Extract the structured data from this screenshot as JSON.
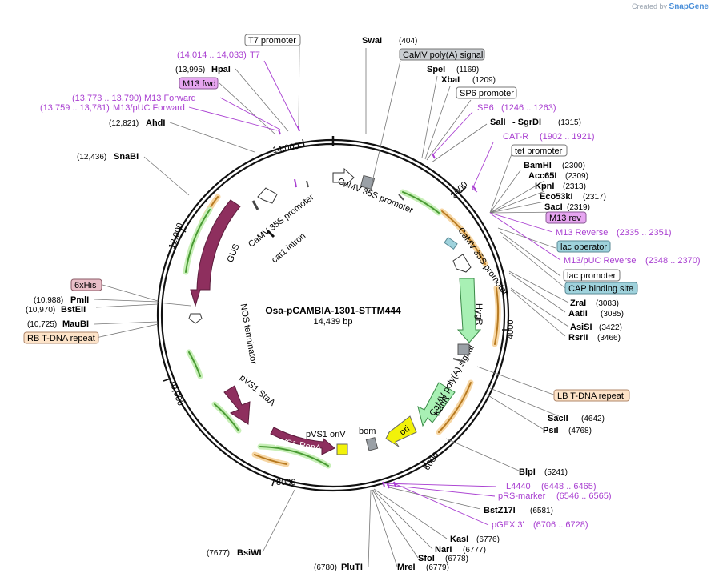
{
  "credit": {
    "prefix": "Created by",
    "brand": "SnapGene"
  },
  "plasmid": {
    "name": "Osa-pCAMBIA-1301-STTM444",
    "size_label": "14,439 bp"
  },
  "ticks": [
    "2000",
    "4000",
    "6000",
    "8000",
    "10,000",
    "12,000",
    "14,000"
  ],
  "enzymes": {
    "swai": {
      "name": "SwaI",
      "pos": "(404)"
    },
    "spei": {
      "name": "SpeI",
      "pos": "(1169)"
    },
    "xbai": {
      "name": "XbaI",
      "pos": "(1209)"
    },
    "sali": {
      "name": "SalI",
      "pos": ""
    },
    "sgrdi": {
      "name": "- SgrDI",
      "pos": "(1315)"
    },
    "bamhi": {
      "name": "BamHI",
      "pos": "(2300)"
    },
    "acc65i": {
      "name": "Acc65I",
      "pos": "(2309)"
    },
    "kpni": {
      "name": "KpnI",
      "pos": "(2313)"
    },
    "eco53ki": {
      "name": "Eco53kI",
      "pos": "(2317)"
    },
    "saci": {
      "name": "SacI",
      "pos": "(2319)"
    },
    "zrai": {
      "name": "ZraI",
      "pos": "(3083)"
    },
    "aatii": {
      "name": "AatII",
      "pos": "(3085)"
    },
    "asisi": {
      "name": "AsiSI",
      "pos": "(3422)"
    },
    "rsrii": {
      "name": "RsrII",
      "pos": "(3466)"
    },
    "sacii": {
      "name": "SacII",
      "pos": "(4642)"
    },
    "psii": {
      "name": "PsiI",
      "pos": "(4768)"
    },
    "blpi": {
      "name": "BlpI",
      "pos": "(5241)"
    },
    "bstz17i": {
      "name": "BstZ17I",
      "pos": "(6581)"
    },
    "kasi": {
      "name": "KasI",
      "pos": "(6776)"
    },
    "nari": {
      "name": "NarI",
      "pos": "(6777)"
    },
    "sfoi": {
      "name": "SfoI",
      "pos": "(6778)"
    },
    "mrei": {
      "name": "MreI",
      "pos": "(6779)"
    },
    "pluti": {
      "name": "PluTI",
      "pos": "(6780)"
    },
    "bsiwi": {
      "name": "BsiWI",
      "pos": "(7677)"
    },
    "maubi": {
      "name": "MauBI",
      "pos": "(10,725)"
    },
    "bsteii": {
      "name": "BstEII",
      "pos": "(10,970)"
    },
    "pmli": {
      "name": "PmlI",
      "pos": "(10,988)"
    },
    "snabi": {
      "name": "SnaBI",
      "pos": "(12,436)"
    },
    "ahdi": {
      "name": "AhdI",
      "pos": "(12,821)"
    },
    "hpai": {
      "name": "HpaI",
      "pos": "(13,995)"
    }
  },
  "primers": {
    "t7": {
      "name": "T7",
      "pos": "(14,014 .. 14,033)"
    },
    "m13fwd_long": {
      "name": "M13 Forward",
      "pos": "(13,773 .. 13,790)"
    },
    "m13puc_fwd": {
      "name": "M13/pUC Forward",
      "pos": "(13,759 .. 13,781)"
    },
    "sp6": {
      "name": "SP6",
      "pos": "(1246 .. 1263)"
    },
    "catr": {
      "name": "CAT-R",
      "pos": "(1902 .. 1921)"
    },
    "m13rev": {
      "name": "M13 Reverse",
      "pos": "(2335 .. 2351)"
    },
    "m13puc_rev": {
      "name": "M13/pUC Reverse",
      "pos": "(2348 .. 2370)"
    },
    "l4440": {
      "name": "L4440",
      "pos": "(6448 .. 6465)"
    },
    "prs": {
      "name": "pRS-marker",
      "pos": "(6546 .. 6565)"
    },
    "pgex3": {
      "name": "pGEX 3'",
      "pos": "(6706 .. 6728)"
    }
  },
  "boxed": {
    "t7_promoter": "T7 promoter",
    "camv_polya_top": "CaMV poly(A) signal",
    "sp6_promoter": "SP6 promoter",
    "tet_promoter": "tet promoter",
    "m13_fwd": "M13 fwd",
    "m13_rev": "M13 rev",
    "lac_operator": "lac operator",
    "lac_promoter": "lac promoter",
    "cap_site": "CAP binding site",
    "his6": "6xHis",
    "rb_repeat": "RB T-DNA repeat",
    "lb_repeat": "LB T-DNA repeat"
  },
  "inner": {
    "camv35s_a": "CaMV 35S promoter",
    "camv35s_b": "CaMV 35S promoter",
    "camv35s_c": "CaMV 35S promoter",
    "cat1": "cat1 intron",
    "gus": "GUS",
    "nos": "NOS terminator",
    "hygr": "HygR",
    "camv_polya": "CaMV poly(A) signal",
    "kanr": "KanR",
    "ori": "ori",
    "bom": "bom",
    "pvs1_ori": "pVS1 oriV",
    "pvs1_repa": "pVS1 RepA",
    "pvs1_staa": "pVS1 StaA"
  },
  "colors": {
    "backbone": "#111111",
    "primer": "#a93fd1",
    "gus": "#8e2f5e",
    "hygr": "#a8f0b4",
    "kanr": "#a8f0b4",
    "ori": "#f2f20a",
    "orange": "#f0a340",
    "green": "#4fae3a",
    "misc_box": "#9aa0a6",
    "teal_box": "#9fd2dc",
    "pink_box": "#e6a5f0",
    "peach_box": "#fde3c8"
  }
}
